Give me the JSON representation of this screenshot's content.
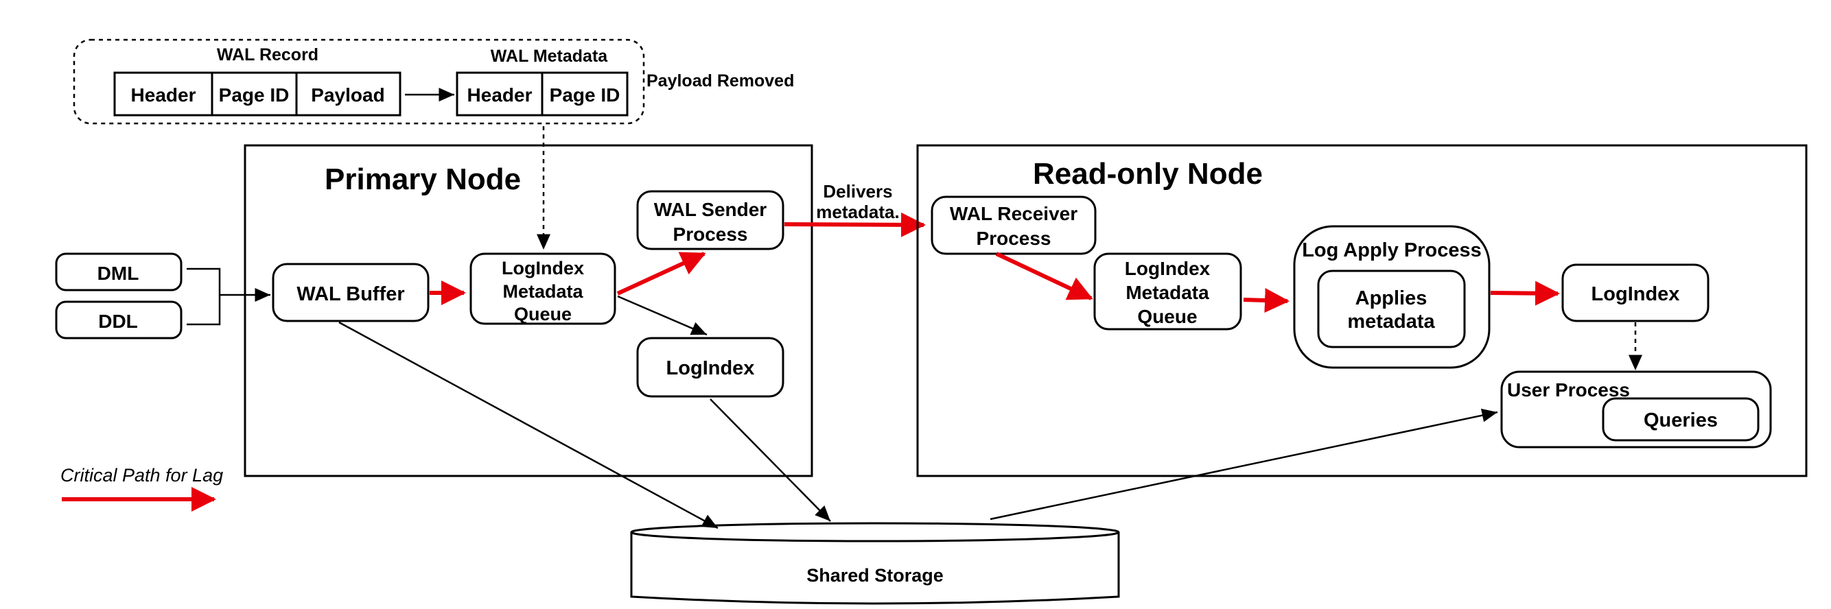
{
  "wal_record": {
    "title": "WAL Record",
    "fields": [
      "Header",
      "Page ID",
      "Payload"
    ]
  },
  "wal_metadata": {
    "title": "WAL Metadata",
    "fields": [
      "Header",
      "Page ID"
    ],
    "note": "Payload Removed"
  },
  "primary_node": {
    "title": "Primary Node",
    "inputs": [
      "DML",
      "DDL"
    ],
    "wal_buffer": "WAL Buffer",
    "logindex_queue": [
      "LogIndex",
      "Metadata",
      "Queue"
    ],
    "wal_sender": [
      "WAL Sender",
      "Process"
    ],
    "logindex": "LogIndex"
  },
  "delivers_label": [
    "Delivers",
    "metadata."
  ],
  "readonly_node": {
    "title": "Read-only Node",
    "wal_receiver": [
      "WAL Receiver",
      "Process"
    ],
    "logindex_queue": [
      "LogIndex",
      "Metadata",
      "Queue"
    ],
    "log_apply": {
      "title": "Log Apply Process",
      "inner": [
        "Applies",
        "metadata"
      ]
    },
    "logindex": "LogIndex",
    "user_process": {
      "title": "User Process",
      "inner": "Queries"
    }
  },
  "legend": {
    "label": "Critical Path for Lag",
    "color": "#e8000b"
  },
  "shared_storage": "Shared Storage",
  "colors": {
    "critical": "#e8000b",
    "stroke": "#000000"
  }
}
